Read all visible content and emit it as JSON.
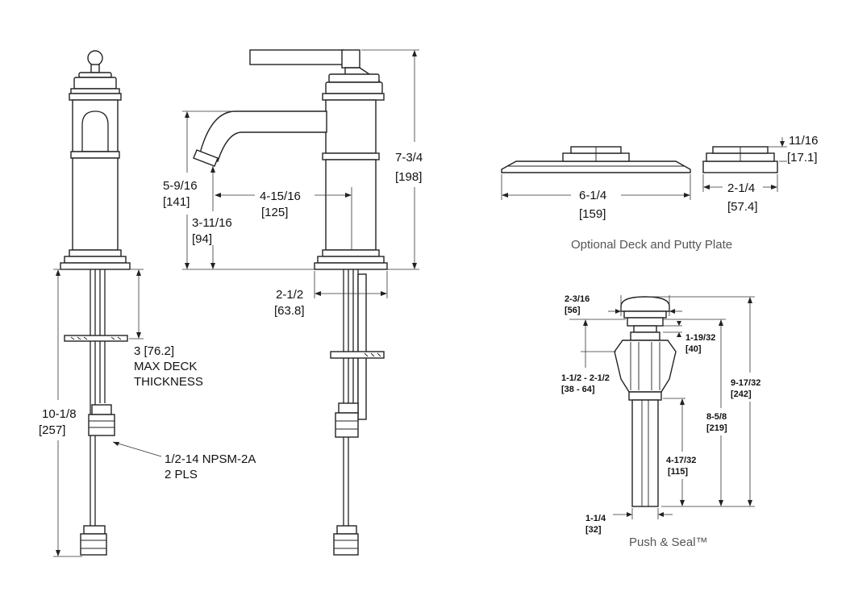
{
  "front_view": {
    "height_in": "10-1/8",
    "height_mm": "[257]",
    "deck_in": "3 [76.2]",
    "deck_line1": "MAX DECK",
    "deck_line2": "THICKNESS",
    "thread_line1": "1/2-14 NPSM-2A",
    "thread_line2": "2 PLS"
  },
  "side_view": {
    "spout_height_in": "5-9/16",
    "spout_height_mm": "[141]",
    "reach_in": "4-15/16",
    "reach_mm": "[125]",
    "clearance_in": "3-11/16",
    "clearance_mm": "[94]",
    "total_in": "7-3/4",
    "total_mm": "[198]",
    "base_in": "2-1/2",
    "base_mm": "[63.8]"
  },
  "deck_plate": {
    "width_in": "6-1/4",
    "width_mm": "[159]",
    "putty_width_in": "2-1/4",
    "putty_width_mm": "[57.4]",
    "putty_height_in": "11/16",
    "putty_height_mm": "[17.1]",
    "caption": "Optional Deck and Putty Plate"
  },
  "drain": {
    "cap_in": "2-3/16",
    "cap_mm": "[56]",
    "flange_in": "1-19/32",
    "flange_mm": "[40]",
    "range_in": "1-1/2  -  2-1/2",
    "range_mm": "[38  -  64]",
    "total_in": "9-17/32",
    "total_mm": "[242]",
    "body_in": "8-5/8",
    "body_mm": "[219]",
    "tail_in": "4-17/32",
    "tail_mm": "[115]",
    "pipe_in": "1-1/4",
    "pipe_mm": "[32]",
    "caption": "Push & Seal™"
  }
}
